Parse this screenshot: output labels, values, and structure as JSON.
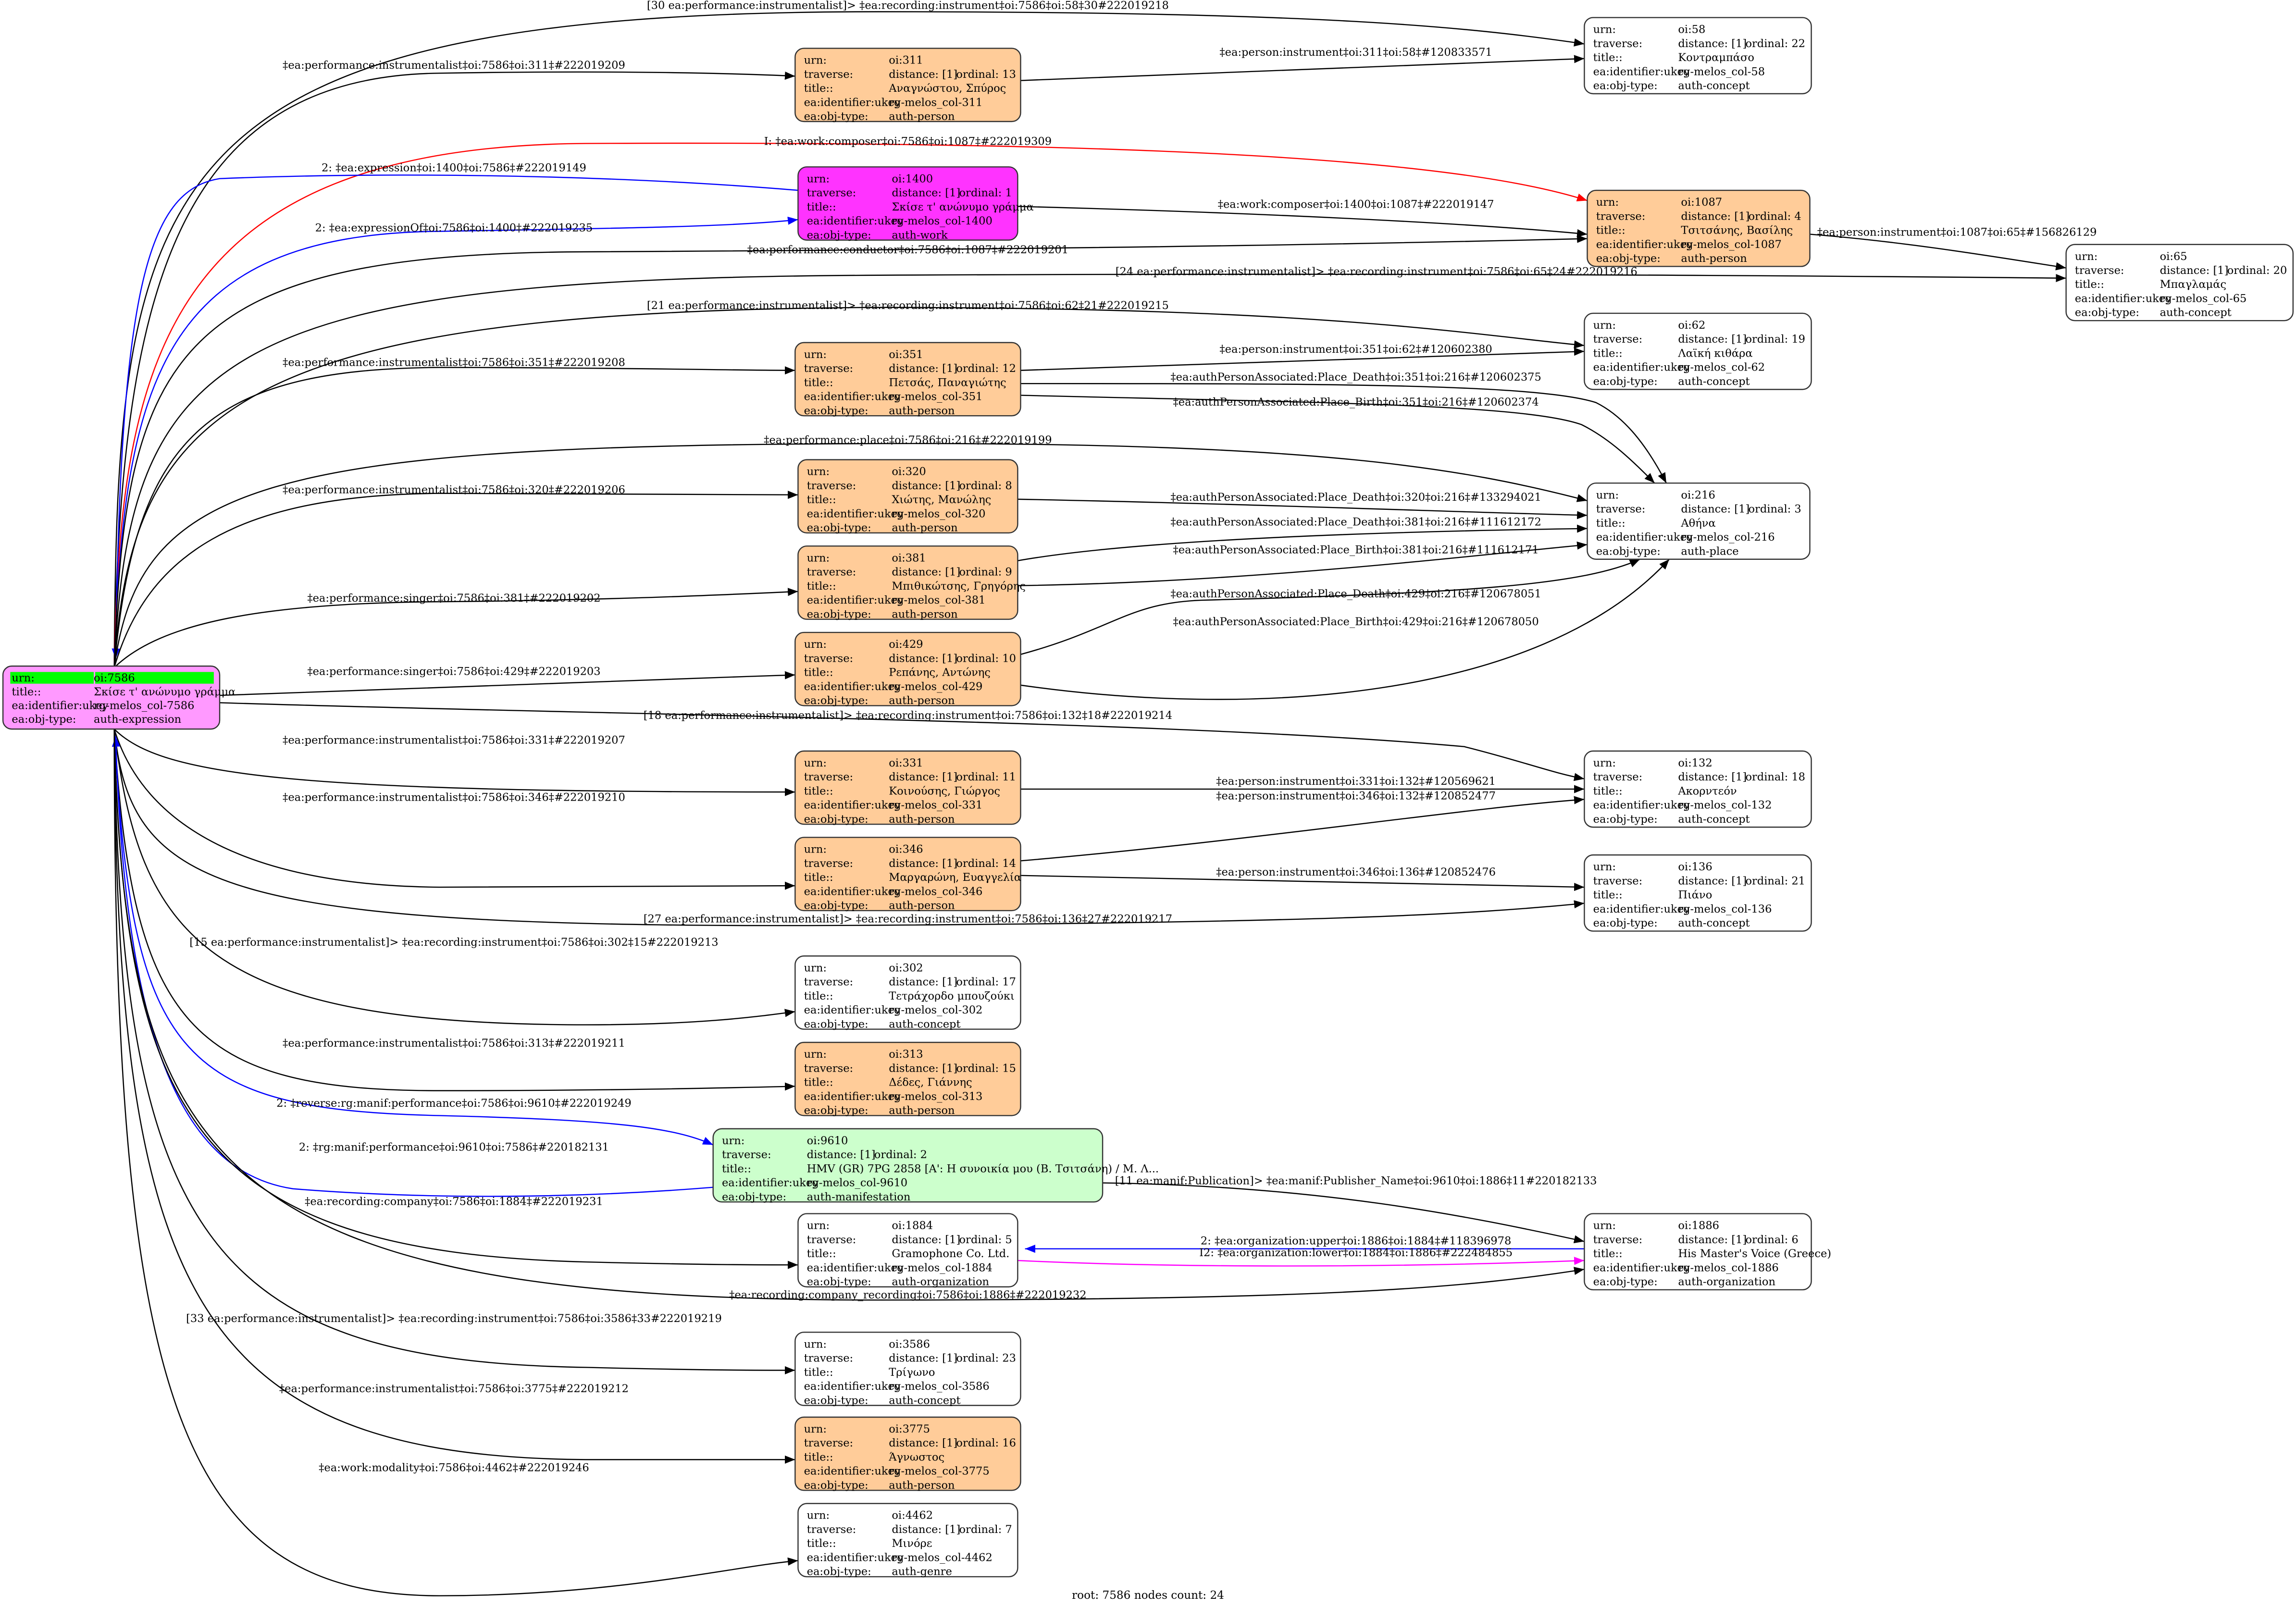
{
  "field_labels": {
    "urn": "urn:",
    "traverse": "traverse:",
    "title": "title::",
    "ukey": "ea:identifier:ukey",
    "objtype": "ea:obj-type:"
  },
  "footer": "root: 7586 nodes count: 24",
  "colors": {
    "person": "#ffcc99",
    "work": "#ff33ff",
    "root": "#ff99ff",
    "root_urn": "#00ff00",
    "manifestation": "#ccffcc",
    "plain": "#ffffff",
    "edge_default": "#000000",
    "edge_blue": "#0000ff",
    "edge_red": "#ff0000",
    "edge_magenta": "#ff00ff"
  },
  "nodes": [
    {
      "id": "7586",
      "urn": "oi:7586",
      "title": "Σκίσε τ' ανώνυμο γράμμα",
      "ukey": "rg-melos_col-7586",
      "objtype": "auth-expression",
      "root": true,
      "fill": "#ff99ff"
    },
    {
      "id": "311",
      "urn": "oi:311",
      "distance": "distance: [1]",
      "ordinal": "ordinal: 13",
      "title": "Αναγνώστου, Σπύρος",
      "ukey": "rg-melos_col-311",
      "objtype": "auth-person",
      "fill": "#ffcc99"
    },
    {
      "id": "1400",
      "urn": "oi:1400",
      "distance": "distance: [1]",
      "ordinal": "ordinal: 1",
      "title": "Σκίσε τ' ανώνυμο γράμμα",
      "ukey": "rg-melos_col-1400",
      "objtype": "auth-work",
      "fill": "#ff33ff"
    },
    {
      "id": "351",
      "urn": "oi:351",
      "distance": "distance: [1]",
      "ordinal": "ordinal: 12",
      "title": "Πετσάς, Παναγιώτης",
      "ukey": "rg-melos_col-351",
      "objtype": "auth-person",
      "fill": "#ffcc99"
    },
    {
      "id": "320",
      "urn": "oi:320",
      "distance": "distance: [1]",
      "ordinal": "ordinal: 8",
      "title": "Χιώτης, Μανώλης",
      "ukey": "rg-melos_col-320",
      "objtype": "auth-person",
      "fill": "#ffcc99"
    },
    {
      "id": "381",
      "urn": "oi:381",
      "distance": "distance: [1]",
      "ordinal": "ordinal: 9",
      "title": "Μπιθικώτσης, Γρηγόρης",
      "ukey": "rg-melos_col-381",
      "objtype": "auth-person",
      "fill": "#ffcc99"
    },
    {
      "id": "429",
      "urn": "oi:429",
      "distance": "distance: [1]",
      "ordinal": "ordinal: 10",
      "title": "Ρεπάνης, Αντώνης",
      "ukey": "rg-melos_col-429",
      "objtype": "auth-person",
      "fill": "#ffcc99"
    },
    {
      "id": "331",
      "urn": "oi:331",
      "distance": "distance: [1]",
      "ordinal": "ordinal: 11",
      "title": "Κοινούσης, Γιώργος",
      "ukey": "rg-melos_col-331",
      "objtype": "auth-person",
      "fill": "#ffcc99"
    },
    {
      "id": "346",
      "urn": "oi:346",
      "distance": "distance: [1]",
      "ordinal": "ordinal: 14",
      "title": "Μαργαρώνη, Ευαγγελία",
      "ukey": "rg-melos_col-346",
      "objtype": "auth-person",
      "fill": "#ffcc99"
    },
    {
      "id": "302",
      "urn": "oi:302",
      "distance": "distance: [1]",
      "ordinal": "ordinal: 17",
      "title": "Τετράχορδο μπουζούκι",
      "ukey": "rg-melos_col-302",
      "objtype": "auth-concept",
      "fill": "#ffffff"
    },
    {
      "id": "313",
      "urn": "oi:313",
      "distance": "distance: [1]",
      "ordinal": "ordinal: 15",
      "title": "Δέδες, Γιάννης",
      "ukey": "rg-melos_col-313",
      "objtype": "auth-person",
      "fill": "#ffcc99"
    },
    {
      "id": "9610",
      "urn": "oi:9610",
      "distance": "distance: [1]",
      "ordinal": "ordinal: 2",
      "title": "HMV (GR) 7PG 2858 [A': Η συνοικία μου (Β. Τσιτσάνη) / Μ. Λ...",
      "ukey": "rg-melos_col-9610",
      "objtype": "auth-manifestation",
      "fill": "#ccffcc"
    },
    {
      "id": "1884",
      "urn": "oi:1884",
      "distance": "distance: [1]",
      "ordinal": "ordinal: 5",
      "title": "Gramophone Co. Ltd.",
      "ukey": "rg-melos_col-1884",
      "objtype": "auth-organization",
      "fill": "#ffffff"
    },
    {
      "id": "3586",
      "urn": "oi:3586",
      "distance": "distance: [1]",
      "ordinal": "ordinal: 23",
      "title": "Τρίγωνο",
      "ukey": "rg-melos_col-3586",
      "objtype": "auth-concept",
      "fill": "#ffffff"
    },
    {
      "id": "3775",
      "urn": "oi:3775",
      "distance": "distance: [1]",
      "ordinal": "ordinal: 16",
      "title": "Άγνωστος",
      "ukey": "rg-melos_col-3775",
      "objtype": "auth-person",
      "fill": "#ffcc99"
    },
    {
      "id": "4462",
      "urn": "oi:4462",
      "distance": "distance: [1]",
      "ordinal": "ordinal: 7",
      "title": "Μινόρε",
      "ukey": "rg-melos_col-4462",
      "objtype": "auth-genre",
      "fill": "#ffffff"
    },
    {
      "id": "58",
      "urn": "oi:58",
      "distance": "distance: [1]",
      "ordinal": "ordinal: 22",
      "title": "Κοντραμπάσο",
      "ukey": "rg-melos_col-58",
      "objtype": "auth-concept",
      "fill": "#ffffff"
    },
    {
      "id": "1087",
      "urn": "oi:1087",
      "distance": "distance: [1]",
      "ordinal": "ordinal: 4",
      "title": "Τσιτσάνης, Βασίλης",
      "ukey": "rg-melos_col-1087",
      "objtype": "auth-person",
      "fill": "#ffcc99"
    },
    {
      "id": "65",
      "urn": "oi:65",
      "distance": "distance: [1]",
      "ordinal": "ordinal: 20",
      "title": "Μπαγλαμάς",
      "ukey": "rg-melos_col-65",
      "objtype": "auth-concept",
      "fill": "#ffffff"
    },
    {
      "id": "62",
      "urn": "oi:62",
      "distance": "distance: [1]",
      "ordinal": "ordinal: 19",
      "title": "Λαϊκή κιθάρα",
      "ukey": "rg-melos_col-62",
      "objtype": "auth-concept",
      "fill": "#ffffff"
    },
    {
      "id": "216",
      "urn": "oi:216",
      "distance": "distance: [1]",
      "ordinal": "ordinal: 3",
      "title": "Αθήνα",
      "ukey": "rg-melos_col-216",
      "objtype": "auth-place",
      "fill": "#ffffff"
    },
    {
      "id": "132",
      "urn": "oi:132",
      "distance": "distance: [1]",
      "ordinal": "ordinal: 18",
      "title": "Ακορντεόν",
      "ukey": "rg-melos_col-132",
      "objtype": "auth-concept",
      "fill": "#ffffff"
    },
    {
      "id": "136",
      "urn": "oi:136",
      "distance": "distance: [1]",
      "ordinal": "ordinal: 21",
      "title": "Πιάνο",
      "ukey": "rg-melos_col-136",
      "objtype": "auth-concept",
      "fill": "#ffffff"
    },
    {
      "id": "1886",
      "urn": "oi:1886",
      "distance": "distance: [1]",
      "ordinal": "ordinal: 6",
      "title": "His Master's Voice (Greece)",
      "ukey": "rg-melos_col-1886",
      "objtype": "auth-organization",
      "fill": "#ffffff"
    }
  ],
  "edges": [
    {
      "from": "7586",
      "to": "58",
      "color": "#000000",
      "label": "[30 ea:performance:instrumentalist]> ‡ea:recording:instrument‡oi:7586‡oi:58‡30#222019218"
    },
    {
      "from": "7586",
      "to": "311",
      "color": "#000000",
      "label": "‡ea:performance:instrumentalist‡oi:7586‡oi:311‡#222019209"
    },
    {
      "from": "7586",
      "to": "1087",
      "color": "#ff0000",
      "label": "I: ‡ea:work:composer‡oi:7586‡oi:1087‡#222019309"
    },
    {
      "from": "1400",
      "to": "7586",
      "color": "#0000ff",
      "label": "2: ‡ea:expression‡oi:1400‡oi:7586‡#222019149"
    },
    {
      "from": "7586",
      "to": "1400",
      "color": "#0000ff",
      "label": "2: ‡ea:expressionOf‡oi:7586‡oi:1400‡#222019235"
    },
    {
      "from": "1400",
      "to": "1087",
      "color": "#000000",
      "label": "‡ea:work:composer‡oi:1400‡oi:1087‡#222019147"
    },
    {
      "from": "311",
      "to": "58",
      "color": "#000000",
      "label": "‡ea:person:instrument‡oi:311‡oi:58‡#120833571"
    },
    {
      "from": "7586",
      "to": "1087",
      "color": "#000000",
      "label": "‡ea:performance:conductor‡oi:7586‡oi:1087‡#222019201"
    },
    {
      "from": "1087",
      "to": "65",
      "color": "#000000",
      "label": "‡ea:person:instrument‡oi:1087‡oi:65‡#156826129"
    },
    {
      "from": "7586",
      "to": "65",
      "color": "#000000",
      "label": "[24 ea:performance:instrumentalist]> ‡ea:recording:instrument‡oi:7586‡oi:65‡24#222019216"
    },
    {
      "from": "7586",
      "to": "62",
      "color": "#000000",
      "label": "[21 ea:performance:instrumentalist]> ‡ea:recording:instrument‡oi:7586‡oi:62‡21#222019215"
    },
    {
      "from": "7586",
      "to": "351",
      "color": "#000000",
      "label": "‡ea:performance:instrumentalist‡oi:7586‡oi:351‡#222019208"
    },
    {
      "from": "351",
      "to": "62",
      "color": "#000000",
      "label": "‡ea:person:instrument‡oi:351‡oi:62‡#120602380"
    },
    {
      "from": "351",
      "to": "216",
      "color": "#000000",
      "label": "‡ea:authPersonAssociated:Place_Death‡oi:351‡oi:216‡#120602375"
    },
    {
      "from": "351",
      "to": "216",
      "color": "#000000",
      "label": "‡ea:authPersonAssociated:Place_Birth‡oi:351‡oi:216‡#120602374"
    },
    {
      "from": "7586",
      "to": "216",
      "color": "#000000",
      "label": "‡ea:performance:place‡oi:7586‡oi:216‡#222019199"
    },
    {
      "from": "7586",
      "to": "320",
      "color": "#000000",
      "label": "‡ea:performance:instrumentalist‡oi:7586‡oi:320‡#222019206"
    },
    {
      "from": "320",
      "to": "216",
      "color": "#000000",
      "label": "‡ea:authPersonAssociated:Place_Death‡oi:320‡oi:216‡#133294021"
    },
    {
      "from": "381",
      "to": "216",
      "color": "#000000",
      "label": "‡ea:authPersonAssociated:Place_Death‡oi:381‡oi:216‡#111612172"
    },
    {
      "from": "381",
      "to": "216",
      "color": "#000000",
      "label": "‡ea:authPersonAssociated:Place_Birth‡oi:381‡oi:216‡#111612171"
    },
    {
      "from": "7586",
      "to": "381",
      "color": "#000000",
      "label": "‡ea:performance:singer‡oi:7586‡oi:381‡#222019202"
    },
    {
      "from": "429",
      "to": "216",
      "color": "#000000",
      "label": "‡ea:authPersonAssociated:Place_Death‡oi:429‡oi:216‡#120678051"
    },
    {
      "from": "429",
      "to": "216",
      "color": "#000000",
      "label": "‡ea:authPersonAssociated:Place_Birth‡oi:429‡oi:216‡#120678050"
    },
    {
      "from": "7586",
      "to": "429",
      "color": "#000000",
      "label": "‡ea:performance:singer‡oi:7586‡oi:429‡#222019203"
    },
    {
      "from": "7586",
      "to": "132",
      "color": "#000000",
      "label": "[18 ea:performance:instrumentalist]> ‡ea:recording:instrument‡oi:7586‡oi:132‡18#222019214"
    },
    {
      "from": "7586",
      "to": "331",
      "color": "#000000",
      "label": "‡ea:performance:instrumentalist‡oi:7586‡oi:331‡#222019207"
    },
    {
      "from": "7586",
      "to": "346",
      "color": "#000000",
      "label": "‡ea:performance:instrumentalist‡oi:7586‡oi:346‡#222019210"
    },
    {
      "from": "331",
      "to": "132",
      "color": "#000000",
      "label": "‡ea:person:instrument‡oi:331‡oi:132‡#120569621"
    },
    {
      "from": "346",
      "to": "132",
      "color": "#000000",
      "label": "‡ea:person:instrument‡oi:346‡oi:132‡#120852477"
    },
    {
      "from": "346",
      "to": "136",
      "color": "#000000",
      "label": "‡ea:person:instrument‡oi:346‡oi:136‡#120852476"
    },
    {
      "from": "7586",
      "to": "136",
      "color": "#000000",
      "label": "[27 ea:performance:instrumentalist]> ‡ea:recording:instrument‡oi:7586‡oi:136‡27#222019217"
    },
    {
      "from": "7586",
      "to": "302",
      "color": "#000000",
      "label": "[15 ea:performance:instrumentalist]> ‡ea:recording:instrument‡oi:7586‡oi:302‡15#222019213"
    },
    {
      "from": "7586",
      "to": "313",
      "color": "#000000",
      "label": "‡ea:performance:instrumentalist‡oi:7586‡oi:313‡#222019211"
    },
    {
      "from": "7586",
      "to": "9610",
      "color": "#0000ff",
      "label": "2: ‡reverse:rg:manif:performance‡oi:7586‡oi:9610‡#222019249"
    },
    {
      "from": "9610",
      "to": "7586",
      "color": "#0000ff",
      "label": "2: ‡rg:manif:performance‡oi:9610‡oi:7586‡#220182131"
    },
    {
      "from": "7586",
      "to": "1884",
      "color": "#000000",
      "label": "‡ea:recording:company‡oi:7586‡oi:1884‡#222019231"
    },
    {
      "from": "9610",
      "to": "1886",
      "color": "#000000",
      "label": "[11 ea:manif:Publication]> ‡ea:manif:Publisher_Name‡oi:9610‡oi:1886‡11#220182133"
    },
    {
      "from": "1886",
      "to": "1884",
      "color": "#0000ff",
      "label": "2: ‡ea:organization:upper‡oi:1886‡oi:1884‡#118396978"
    },
    {
      "from": "1884",
      "to": "1886",
      "color": "#ff00ff",
      "label": "I2: ‡ea:organization:lower‡oi:1884‡oi:1886‡#222484855"
    },
    {
      "from": "7586",
      "to": "1886",
      "color": "#000000",
      "label": "‡ea:recording:company_recording‡oi:7586‡oi:1886‡#222019232"
    },
    {
      "from": "7586",
      "to": "3586",
      "color": "#000000",
      "label": "[33 ea:performance:instrumentalist]> ‡ea:recording:instrument‡oi:7586‡oi:3586‡33#222019219"
    },
    {
      "from": "7586",
      "to": "3775",
      "color": "#000000",
      "label": "‡ea:performance:instrumentalist‡oi:7586‡oi:3775‡#222019212"
    },
    {
      "from": "7586",
      "to": "4462",
      "color": "#000000",
      "label": "‡ea:work:modality‡oi:7586‡oi:4462‡#222019246"
    }
  ]
}
